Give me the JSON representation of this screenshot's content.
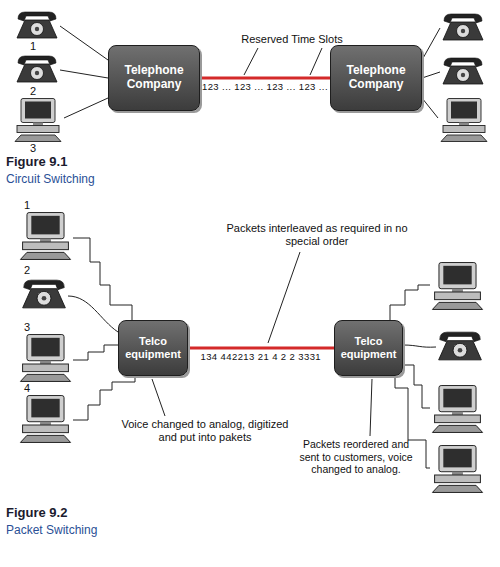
{
  "diagram": {
    "nodes": [
      {
        "text": [
          "Telephone Company"
        ]
      },
      {
        "text": [
          "Telephone Company"
        ]
      },
      {
        "text": [
          "Telco equipment"
        ]
      },
      {
        "text": [
          "Telco equipment"
        ]
      }
    ],
    "edges": [
      {
        "from": 0,
        "to": 1,
        "arrow": "none",
        "label": "123 ... 123 ... 123 ... 123 ..."
      },
      {
        "from": 2,
        "to": 3,
        "arrow": "none",
        "label": "134 442213 21 4 2 2 3331"
      }
    ],
    "labels": [
      "Reserved Time Slots",
      "1",
      "2",
      "3",
      "Figure 9.1",
      "Circuit Switching",
      "Packets interleaved as required in no special order",
      "1",
      "2",
      "3",
      "4",
      "Voice changed to analog, digitized and put into pakets",
      "Packets reordered and sent to customers, voice changed to analog.",
      "Figure 9.2",
      "Packet Switching"
    ]
  }
}
